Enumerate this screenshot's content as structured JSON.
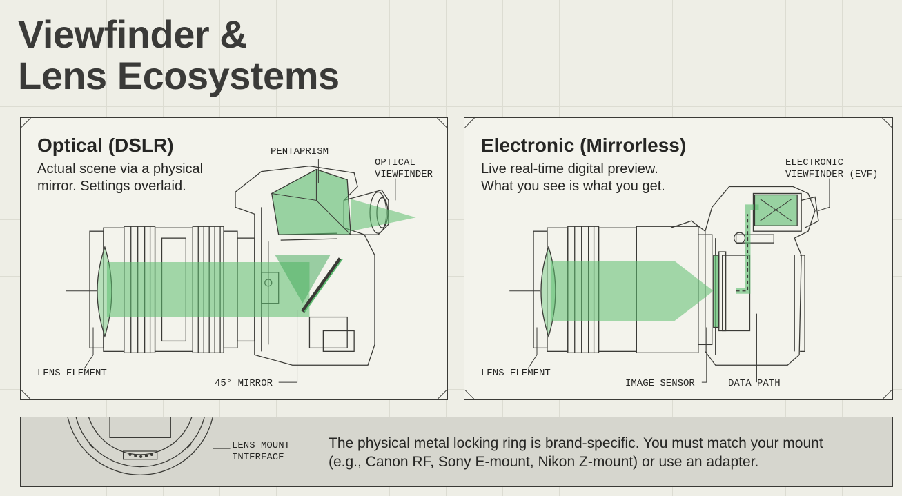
{
  "title": {
    "line1": "Viewfinder &",
    "line2": "Lens Ecosystems"
  },
  "colors": {
    "accent_green": "#5cbd70",
    "ink": "#3a3a36",
    "panel_bg": "#f3f3ec",
    "bar_bg": "#d6d6ce"
  },
  "optical": {
    "heading": "Optical (DSLR)",
    "desc_line1": "Actual scene via a physical",
    "desc_line2": "mirror. Settings overlaid.",
    "labels": {
      "pentaprism": "PENTAPRISM",
      "viewfinder_line1": "OPTICAL",
      "viewfinder_line2": "VIEWFINDER",
      "lens_element": "LENS ELEMENT",
      "mirror": "45° MIRROR"
    }
  },
  "electronic": {
    "heading": "Electronic (Mirrorless)",
    "desc_line1": "Live real-time digital preview.",
    "desc_line2": "What you see is what you get.",
    "labels": {
      "evf_line1": "ELECTRONIC",
      "evf_line2": "VIEWFINDER (EVF)",
      "lens_element": "LENS ELEMENT",
      "image_sensor": "IMAGE SENSOR",
      "data_path": "DATA PATH"
    }
  },
  "mount": {
    "label_line1": "LENS MOUNT",
    "label_line2": "INTERFACE",
    "note_line1": "The physical metal locking ring is brand-specific. You must match your mount",
    "note_line2": "(e.g., Canon RF, Sony E-mount, Nikon Z-mount) or use an adapter."
  }
}
